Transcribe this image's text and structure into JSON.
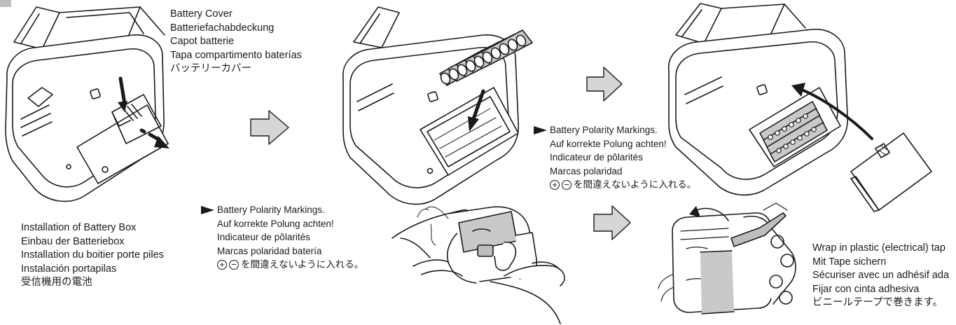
{
  "battery_cover_labels": [
    "Battery Cover",
    "Batteriefachabdeckung",
    "Capot batterie",
    "Tapa compartimento baterías",
    "バッテリーカバー"
  ],
  "polarity_top": {
    "lines": [
      "Battery Polarity Markings.",
      "Auf korrekte Polung achten!",
      "Indicateur de pôlarités",
      "Marcas polaridad"
    ],
    "jp_plus": "+",
    "jp_minus": "−",
    "jp_text": "を間違えないように入れる。"
  },
  "installation_labels": [
    "Installation of Battery Box",
    "Einbau der Batteriebox",
    "Installation du boitier porte piles",
    "Instalación portapilas",
    "受信機用の電池"
  ],
  "polarity_bottom": {
    "lines": [
      "Battery Polarity Markings.",
      "Auf korrekte Polung achten!",
      "Indicateur de pôlarités",
      "Marcas polaridad batería"
    ],
    "jp_plus": "+",
    "jp_minus": "−",
    "jp_text": "を間違えないように入れる。"
  },
  "wrap_labels": [
    "Wrap in plastic (electrical) tap",
    "Mit Tape sichern",
    "Sécuriser avec un adhésif ada",
    "Fijar con cinta adhesiva",
    "ビニールテープで巻きます。"
  ],
  "colors": {
    "ink": "#1a1a1a",
    "arrow_fill": "#d6d6d6",
    "battery_fill": "#c9c9c9",
    "tape_fill": "#bdbdbd"
  }
}
